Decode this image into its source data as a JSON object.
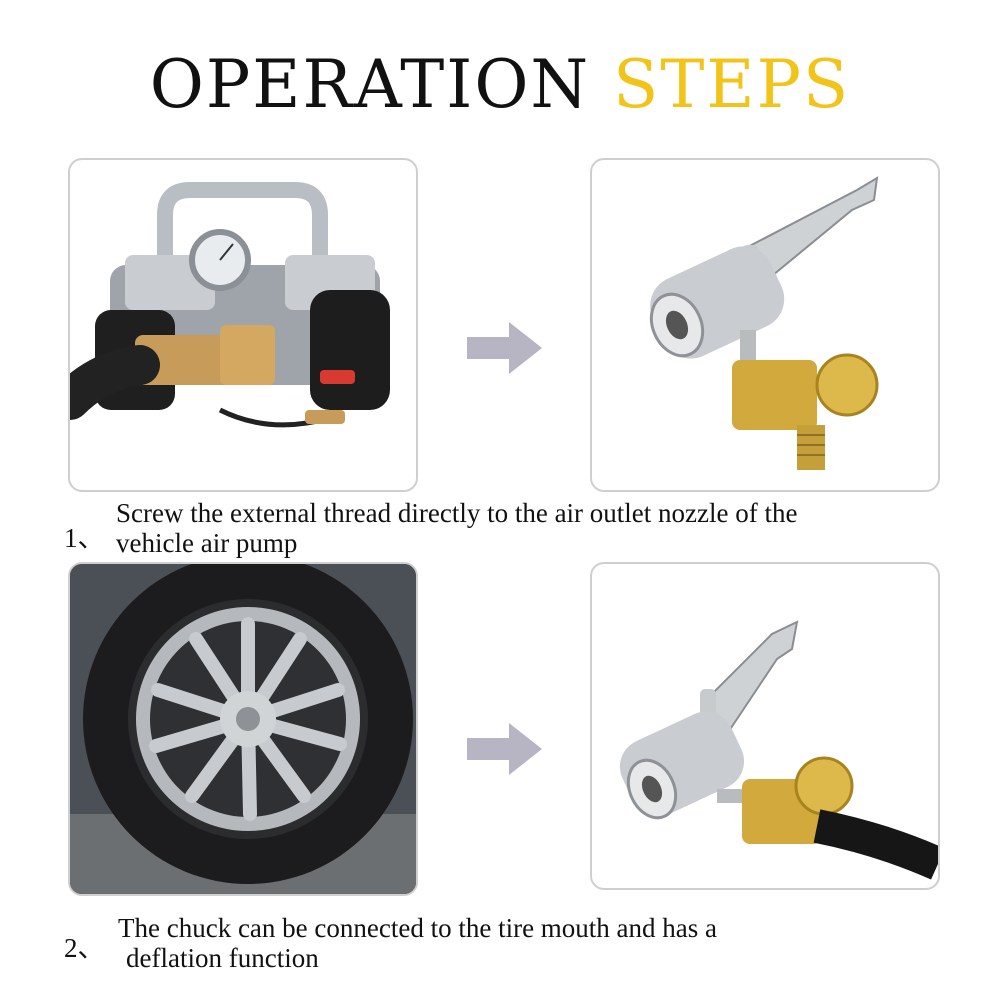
{
  "title": {
    "word1": "OPERATION",
    "word2": "STEPS"
  },
  "colors": {
    "accent": "#f2c318",
    "text": "#111111",
    "arrow": "#b7b4c4"
  },
  "steps": [
    {
      "number": "1、",
      "line1": "Screw the external thread directly to the air outlet nozzle of the",
      "line2": "vehicle air pump"
    },
    {
      "number": "2、",
      "line1": "The chuck can be connected to the tire mouth and has a",
      "line2": "deflation function"
    }
  ]
}
